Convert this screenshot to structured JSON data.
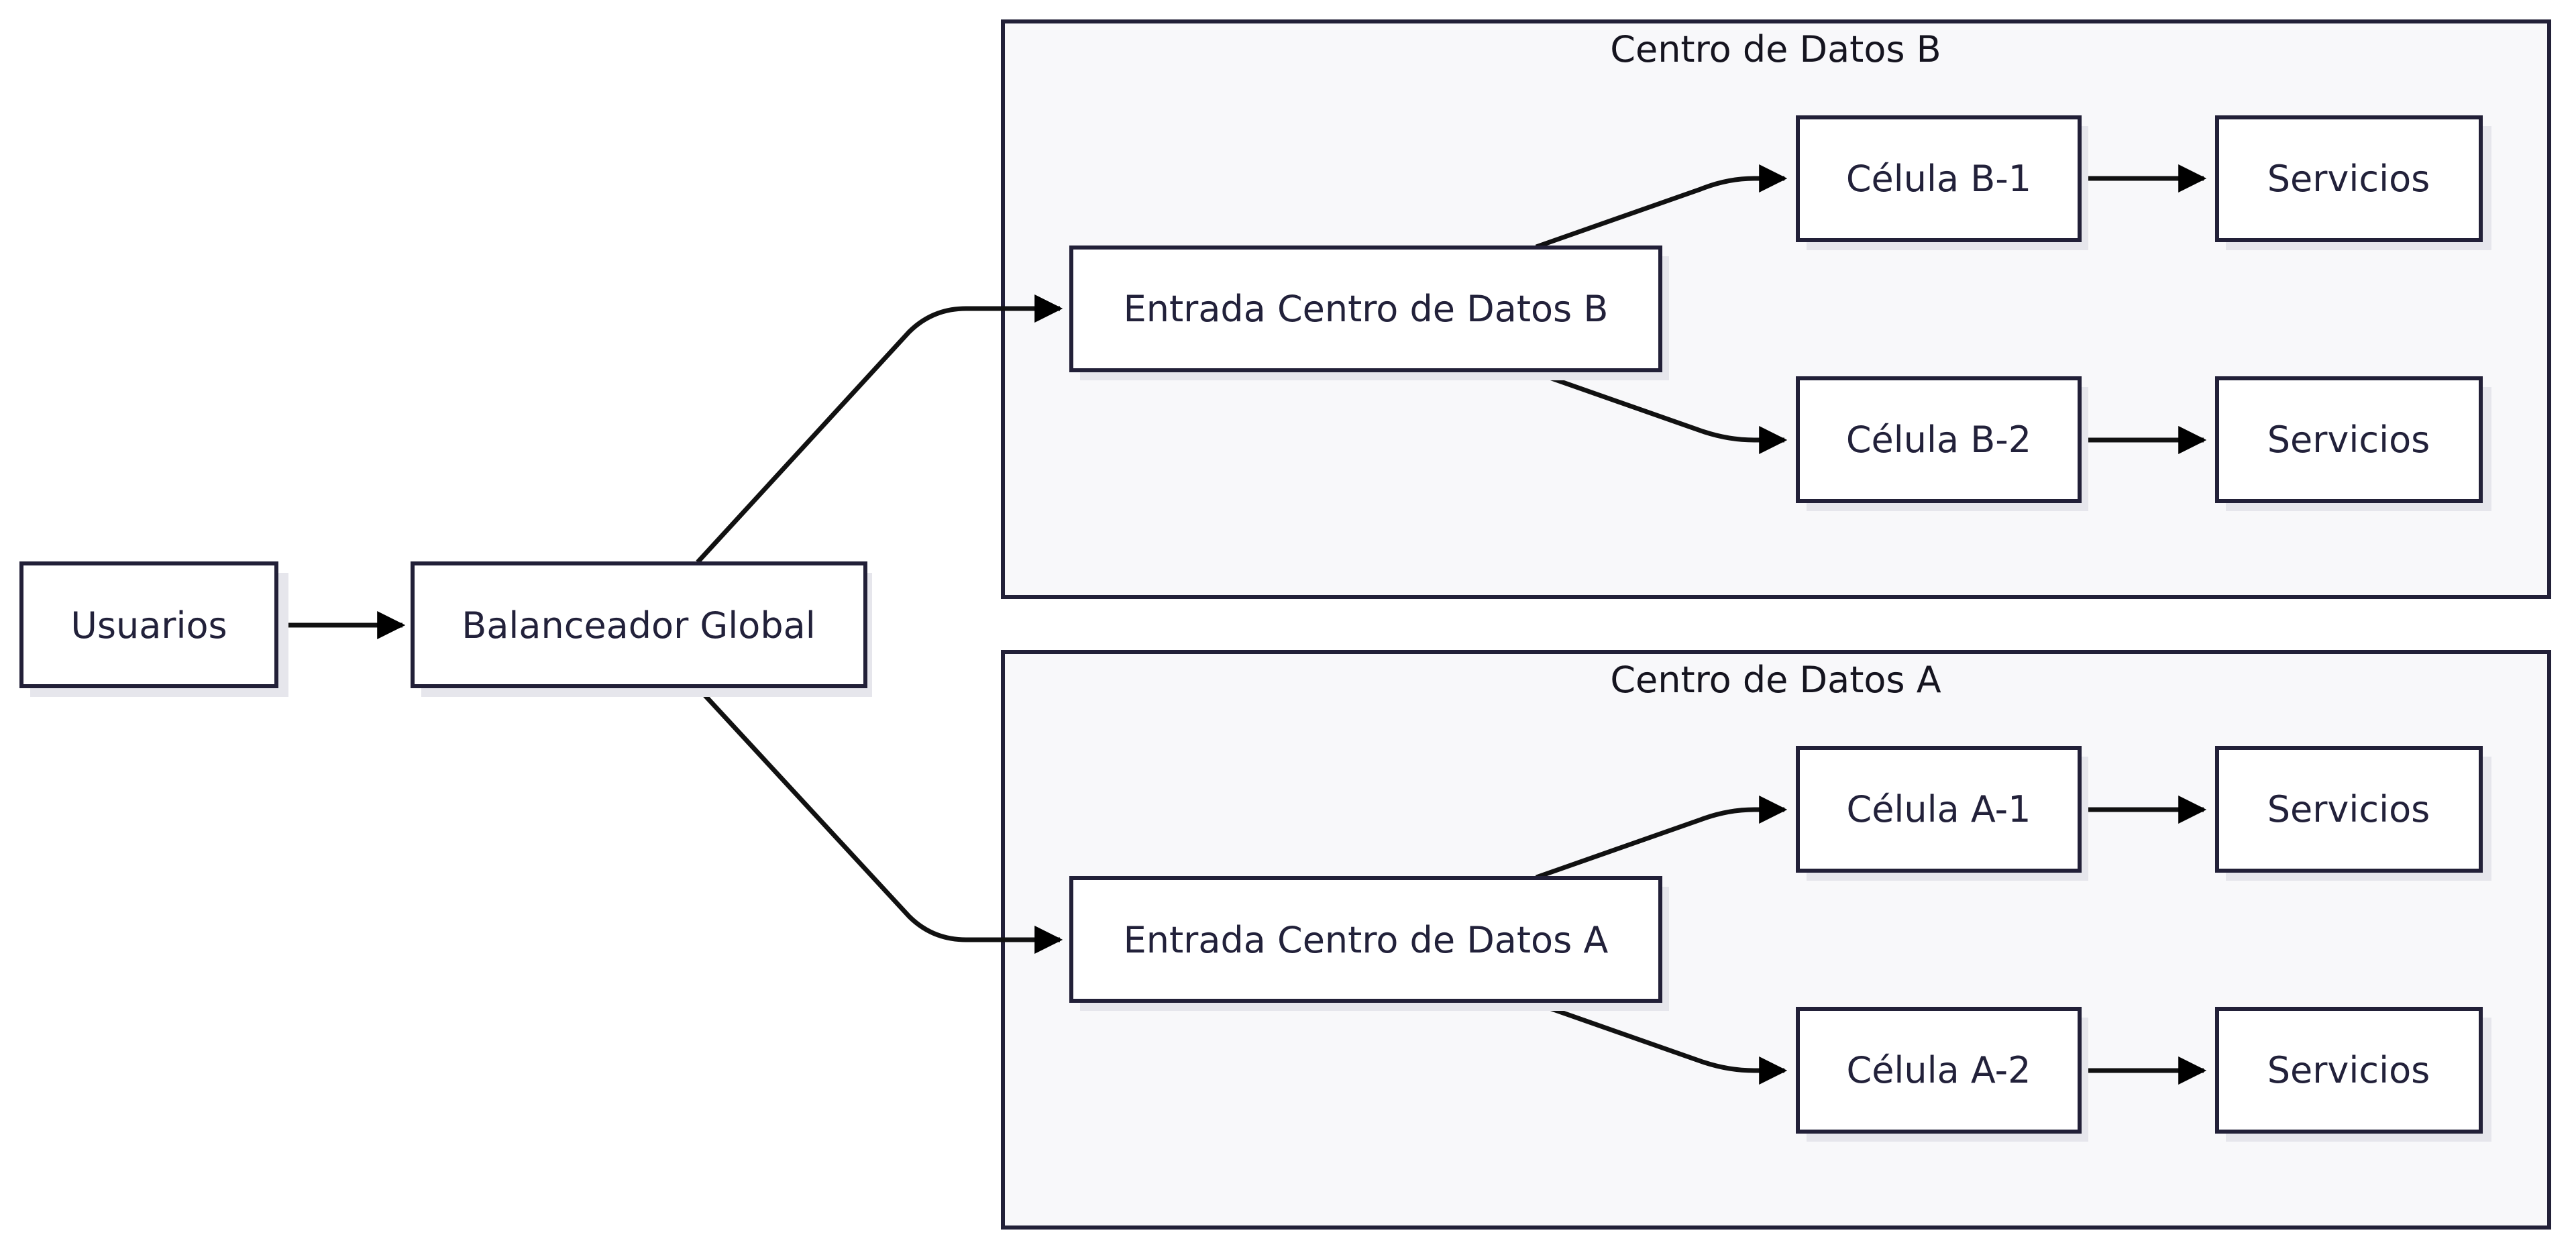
{
  "clusters": {
    "dc_b": {
      "title": "Centro de Datos B"
    },
    "dc_a": {
      "title": "Centro de Datos A"
    }
  },
  "nodes": {
    "usuarios": "Usuarios",
    "balanceador": "Balanceador Global",
    "entrada_b": "Entrada Centro de Datos B",
    "entrada_a": "Entrada Centro de Datos A",
    "celula_b1": "Célula B-1",
    "celula_b2": "Célula B-2",
    "celula_a1": "Célula A-1",
    "celula_a2": "Célula A-2",
    "servicios_b1": "Servicios",
    "servicios_b2": "Servicios",
    "servicios_a1": "Servicios",
    "servicios_a2": "Servicios"
  },
  "colors": {
    "cluster_fill": "#f8f8fa",
    "stroke": "#222038",
    "shadow": "#e6e6ec",
    "text": "#22213a",
    "edge": "#111111"
  }
}
